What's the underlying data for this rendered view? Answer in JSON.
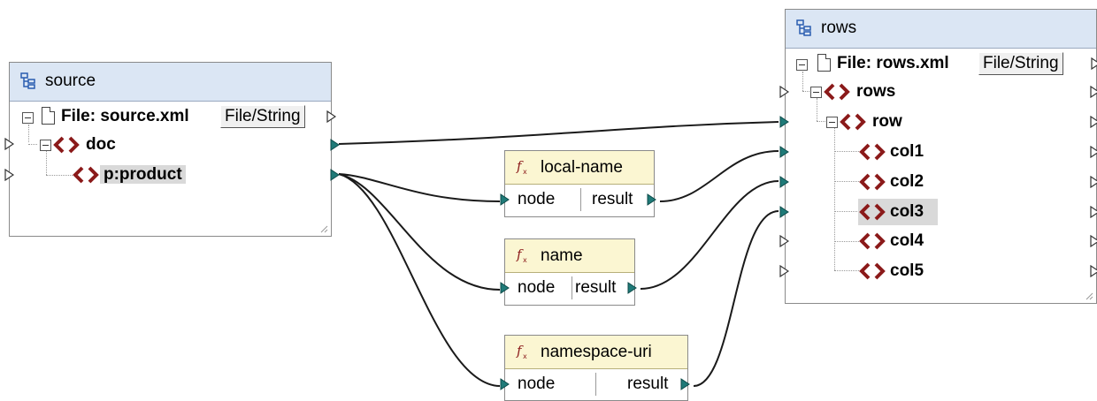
{
  "source": {
    "title": "source",
    "file_label": "File: source.xml",
    "file_button": "File/String",
    "nodes": [
      "doc",
      "p:product"
    ]
  },
  "rows": {
    "title": "rows",
    "file_label": "File: rows.xml",
    "file_button": "File/String",
    "nodes": [
      "rows",
      "row",
      "col1",
      "col2",
      "col3",
      "col4",
      "col5"
    ]
  },
  "functions": [
    {
      "name": "local-name",
      "input": "node",
      "output": "result"
    },
    {
      "name": "name",
      "input": "node",
      "output": "result"
    },
    {
      "name": "namespace-uri",
      "input": "node",
      "output": "result"
    }
  ],
  "colors": {
    "component_header": "#dbe6f4",
    "function_header": "#fbf6d2",
    "connected_port": "#1f7a78",
    "element_icon": "#8b1a1a"
  },
  "icons": [
    "component-icon",
    "file-icon",
    "xml-element-icon",
    "function-icon",
    "collapse-icon",
    "input-port-icon",
    "output-port-icon"
  ]
}
